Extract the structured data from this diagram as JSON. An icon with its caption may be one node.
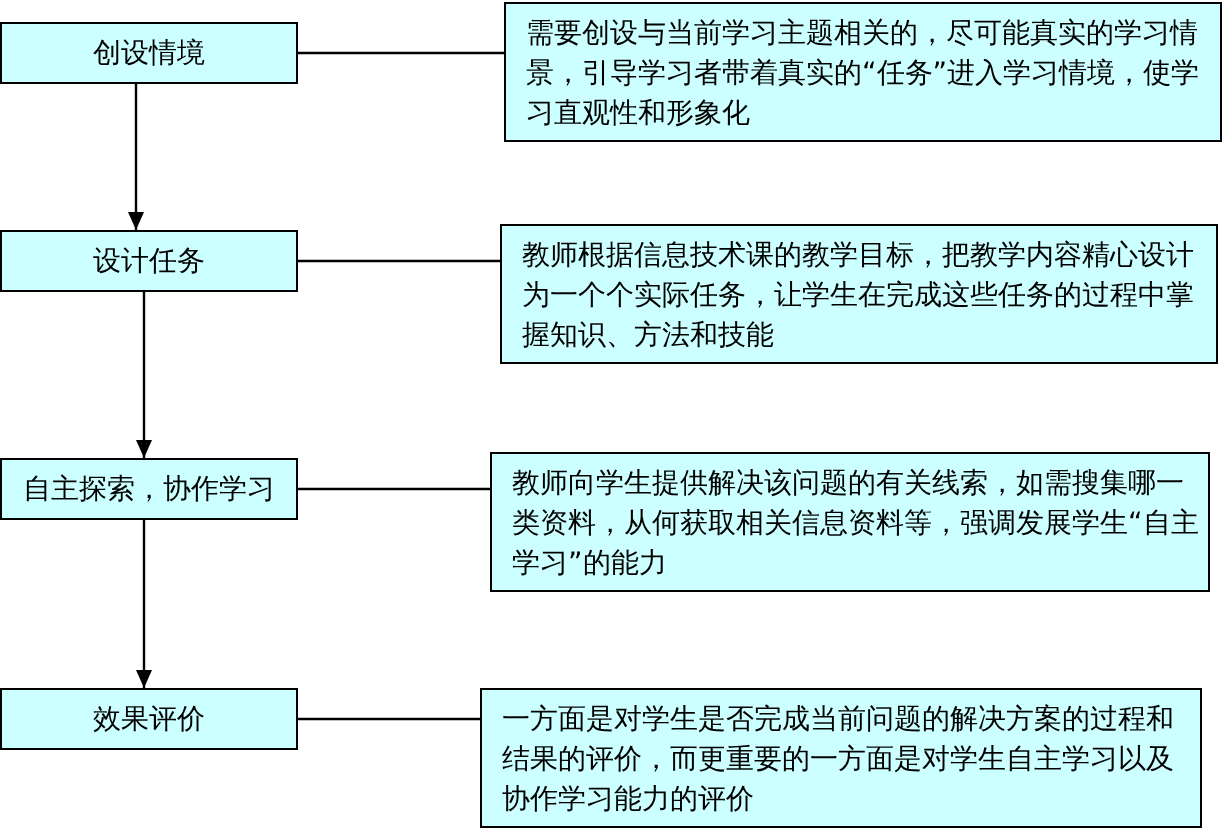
{
  "diagram": {
    "nodes": [
      {
        "text": [
          "创设情境"
        ]
      },
      {
        "text": [
          "需要创设与当前学习主题相关的，尽可能真实的学习情景，引导学习者带着真实的“任务”进入学习情境，使学习直观性和形象化"
        ]
      },
      {
        "text": [
          "设计任务"
        ]
      },
      {
        "text": [
          "教师根据信息技术课的教学目标，把教学内容精心设计为一个个实际任务，让学生在完成这些任务的过程中掌握知识、方法和技能"
        ]
      },
      {
        "text": [
          "自主探索，协作学习"
        ]
      },
      {
        "text": [
          "教师向学生提供解决该问题的有关线索，如需搜集哪一类资料，从何获取相关信息资料等，强调发展学生“自主学习”的能力"
        ]
      },
      {
        "text": [
          "效果评价"
        ]
      },
      {
        "text": [
          "一方面是对学生是否完成当前问题的解决方案的过程和结果的评价，而更重要的一方面是对学生自主学习以及协作学习能力的评价"
        ]
      }
    ],
    "edges": [
      {
        "from": 0,
        "to": 2,
        "arrow": "to"
      },
      {
        "from": 2,
        "to": 4,
        "arrow": "to"
      },
      {
        "from": 4,
        "to": 6,
        "arrow": "to"
      },
      {
        "from": 0,
        "to": 1,
        "arrow": "none"
      },
      {
        "from": 2,
        "to": 3,
        "arrow": "none"
      },
      {
        "from": 4,
        "to": 5,
        "arrow": "none"
      },
      {
        "from": 6,
        "to": 7,
        "arrow": "none"
      }
    ]
  }
}
